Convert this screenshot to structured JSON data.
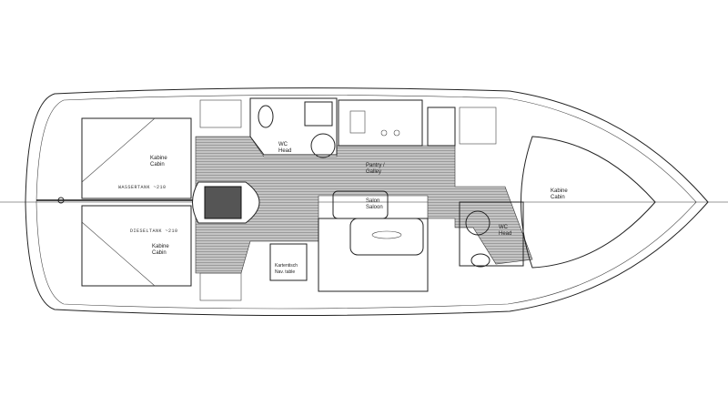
{
  "labels": {
    "cabin_aft_port": [
      "Kabine",
      "Cabin"
    ],
    "cabin_aft_stbd": [
      "Kabine",
      "Cabin"
    ],
    "cabin_fwd": [
      "Kabine",
      "Cabin"
    ],
    "water_tank": "WASSERTANK ~210",
    "diesel_tank": "DIESELTANK ~210",
    "head_aft": [
      "WC",
      "Head"
    ],
    "head_fwd": [
      "WC",
      "Head"
    ],
    "galley": [
      "Pantry /",
      "Galley"
    ],
    "saloon": [
      "Salon",
      "Saloon"
    ],
    "nav_table": [
      "Kartentisch",
      "Nav. table"
    ]
  },
  "colors": {
    "line": "#222222",
    "floor": "#b8b8b8",
    "background": "#ffffff"
  }
}
